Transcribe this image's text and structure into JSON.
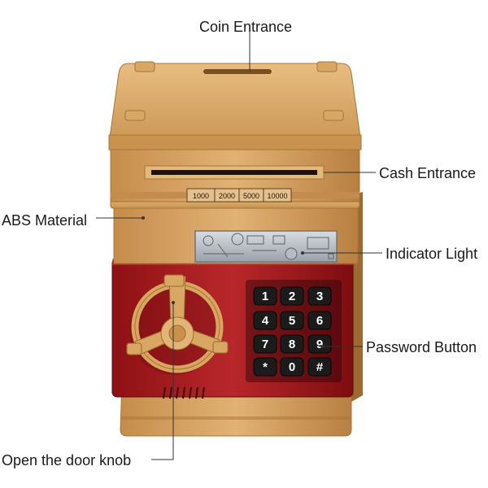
{
  "labels": {
    "coin_entrance": "Coin Entrance",
    "cash_entrance": "Cash Entrance",
    "abs_material": "ABS Material",
    "indicator_light": "Indicator Light",
    "password_button": "Password Button",
    "door_knob": "Open the door knob"
  },
  "denominations": [
    "1000",
    "2000",
    "5000",
    "10000"
  ],
  "keypad": [
    "1",
    "2",
    "3",
    "4",
    "5",
    "6",
    "7",
    "8",
    "9",
    "*",
    "0",
    "#"
  ],
  "colors": {
    "gold": "#d9a866",
    "gold_dark": "#b07a3c",
    "red": "#a8191c",
    "red_dark": "#7a0e10",
    "key": "#1b1b1b",
    "leader": "#333333"
  }
}
